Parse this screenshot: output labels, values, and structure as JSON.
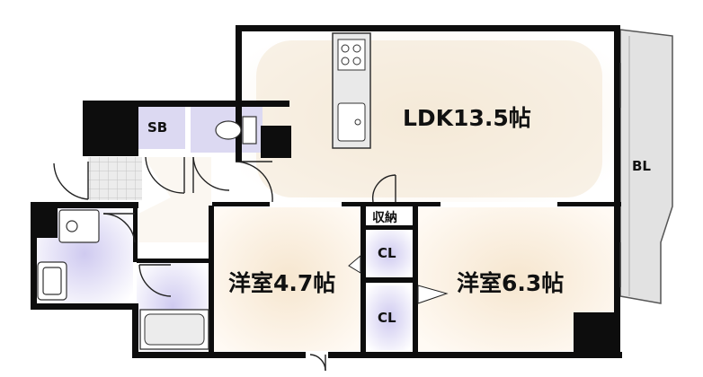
{
  "labels": {
    "ldk": "LDK13.5帖",
    "bedroom_a": "洋室4.7帖",
    "bedroom_b": "洋室6.3帖",
    "storage": "収納",
    "closet_a": "CL",
    "closet_b": "CL",
    "shoe_box": "SB",
    "balcony": "BL"
  },
  "colors": {
    "wall": "#0d0d0d",
    "ldk_floor": "#f6ead9",
    "bedroom_floor": "#f7ecdc",
    "wet_area": "#d9d6f2",
    "closet_floor": "#d6d4ef",
    "balcony_floor": "#e2e2e2",
    "entrance_floor": "#e6e6e6"
  }
}
